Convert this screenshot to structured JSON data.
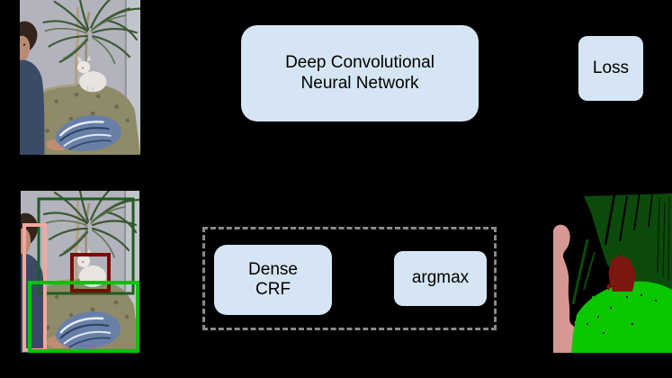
{
  "figure": {
    "nodes": {
      "dcnn": {
        "label": "Deep Convolutional Neural Network",
        "fill": "#d5e5f3"
      },
      "loss": {
        "label": "Loss",
        "fill": "#d5e5f3"
      },
      "dense_crf": {
        "label": "Dense CRF",
        "fill": "#d5e5f3"
      },
      "argmax": {
        "label": "argmax",
        "fill": "#d5e5f3"
      }
    },
    "group": {
      "style": "dashed",
      "border_color": "#8a8a8a"
    },
    "images": {
      "input_photo": {
        "content": "photo of a man and a white cat on a sofa with a houseplant"
      },
      "annotated_photo": {
        "content": "same photo with object bounding boxes",
        "bounding_boxes": [
          {
            "object": "potted-plant",
            "color": "#1e5c20"
          },
          {
            "object": "person",
            "color": "#f2a79e"
          },
          {
            "object": "cat",
            "color": "#7a0c00"
          },
          {
            "object": "sofa",
            "color": "#00c400"
          }
        ]
      },
      "segmentation_output": {
        "content": "semantic segmentation map",
        "regions": [
          {
            "object": "person",
            "color": "#d59894"
          },
          {
            "object": "potted-plant",
            "color": "#0c4a0c"
          },
          {
            "object": "cat",
            "color": "#7b170e"
          },
          {
            "object": "sofa",
            "color": "#0bc700"
          }
        ]
      }
    },
    "colors": {
      "background": "#000000",
      "node_fill": "#d5e5f3",
      "node_text": "#000000"
    }
  }
}
